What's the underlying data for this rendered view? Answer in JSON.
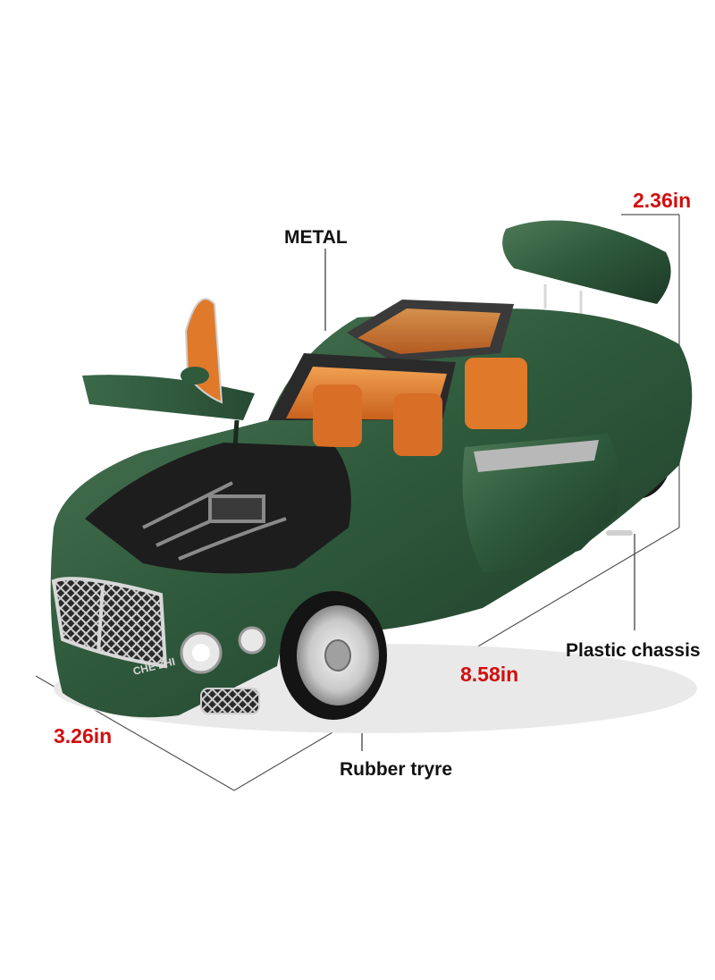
{
  "annotations": {
    "height": "2.36in",
    "material": "METAL",
    "chassis": "Plastic chassis",
    "length": "8.58in",
    "width": "3.26in",
    "tyre": "Rubber  tryre"
  },
  "car_badge": "CHE ZHI",
  "colors": {
    "body_green": "#2f5a3c",
    "interior_orange": "#e07a2a",
    "dimension_red": "#d10f0f",
    "label_black": "#111111"
  }
}
